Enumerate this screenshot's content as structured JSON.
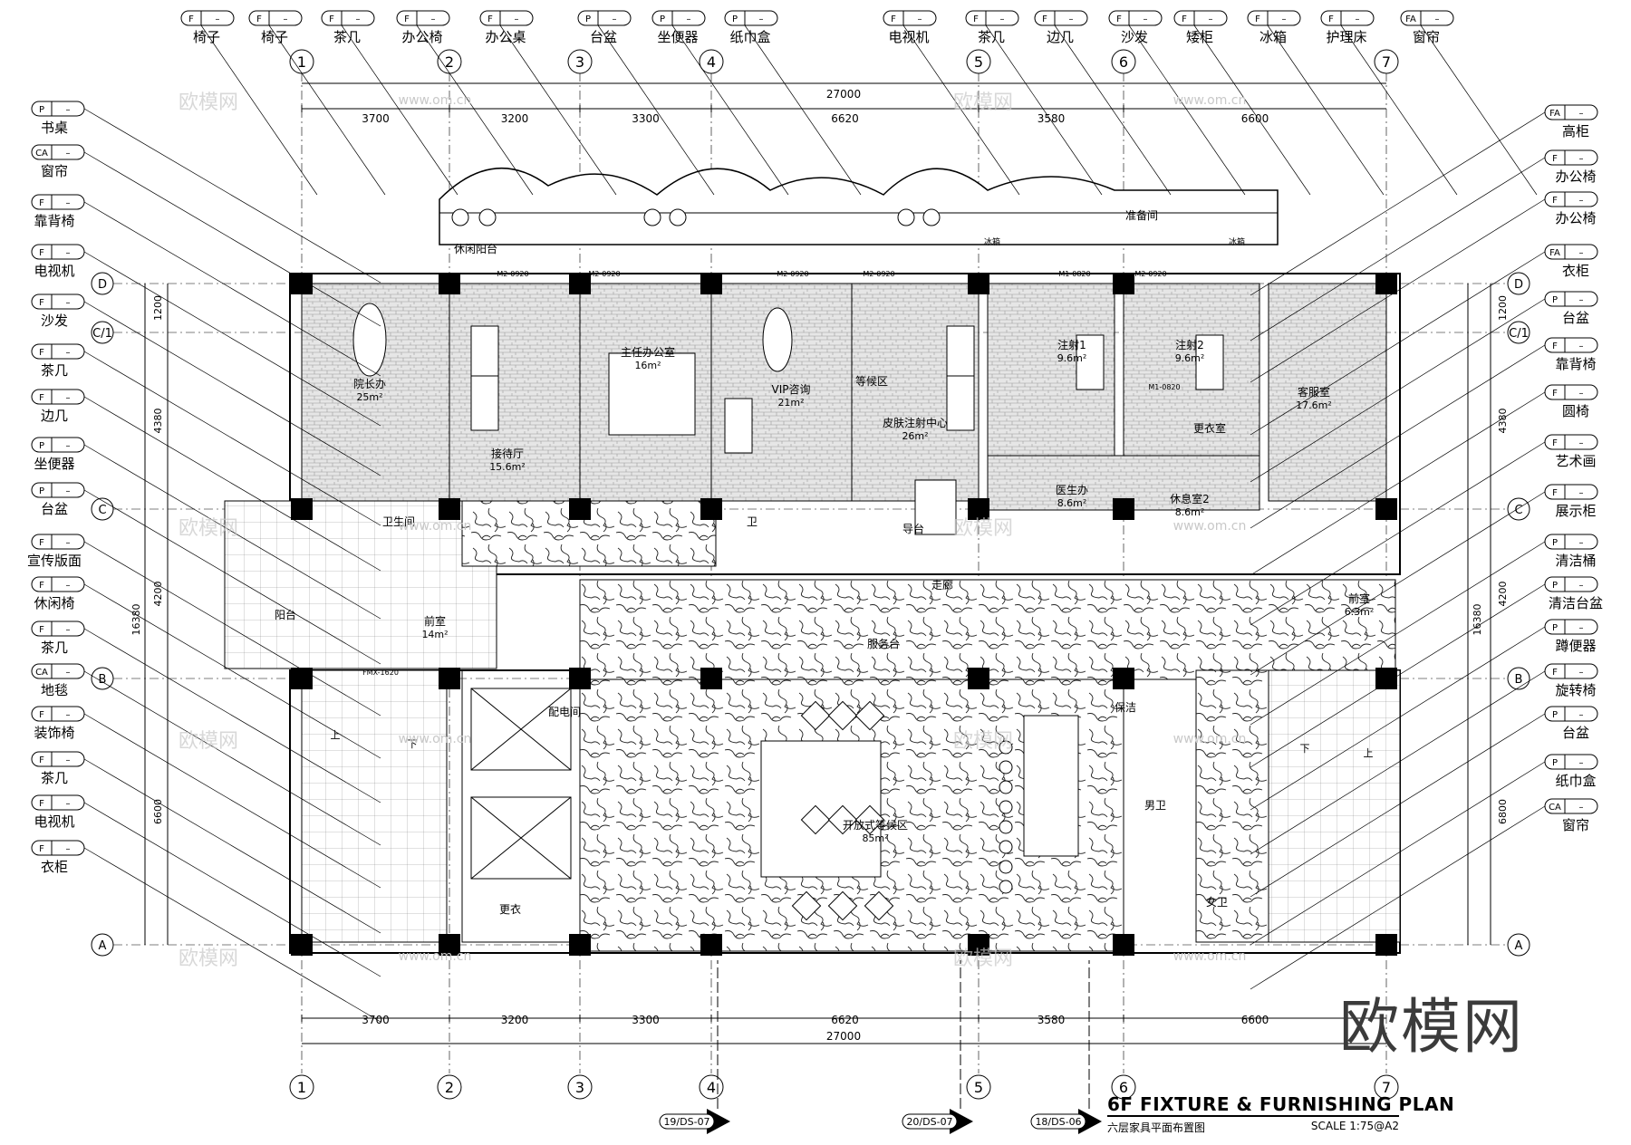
{
  "drawing": {
    "title": "6F FIXTURE & FURNISHING PLAN",
    "subtitle": "六层家具平面布置图",
    "scale": "SCALE  1:75@A2",
    "watermark_logo": "欧模网",
    "watermark_text": "欧模网",
    "watermark_url": "www.om.cn"
  },
  "grid": {
    "columns": [
      "1",
      "2",
      "3",
      "4",
      "5",
      "6",
      "7"
    ],
    "rows": [
      "D",
      "C/1",
      "C",
      "B",
      "A"
    ],
    "top_dims": [
      "3700",
      "3200",
      "3300",
      "6620",
      "3580",
      "6600"
    ],
    "bottom_dims": [
      "3700",
      "3200",
      "3300",
      "6620",
      "3580",
      "6600"
    ],
    "total_width": "27000",
    "left_dims": [
      "1200",
      "4380",
      "4200",
      "6600"
    ],
    "right_dims": [
      "1200",
      "4380",
      "4200",
      "6800"
    ],
    "total_height": "16380"
  },
  "section_marks": [
    "19/DS-07",
    "20/DS-07",
    "18/DS-06"
  ],
  "top_tags": [
    {
      "code": "F",
      "label": "椅子"
    },
    {
      "code": "F",
      "label": "椅子"
    },
    {
      "code": "F",
      "label": "茶几"
    },
    {
      "code": "F",
      "label": "办公椅"
    },
    {
      "code": "F",
      "label": "办公桌"
    },
    {
      "code": "P",
      "label": "台盆"
    },
    {
      "code": "P",
      "label": "坐便器"
    },
    {
      "code": "P",
      "label": "纸巾盒"
    },
    {
      "code": "F",
      "label": "电视机"
    },
    {
      "code": "F",
      "label": "茶几"
    },
    {
      "code": "F",
      "label": "边几"
    },
    {
      "code": "F",
      "label": "沙发"
    },
    {
      "code": "F",
      "label": "矮柜"
    },
    {
      "code": "F",
      "label": "冰箱"
    },
    {
      "code": "F",
      "label": "护理床"
    },
    {
      "code": "FA",
      "label": "窗帘"
    }
  ],
  "left_tags": [
    {
      "code": "P",
      "label": "书桌"
    },
    {
      "code": "CA",
      "label": "窗帘"
    },
    {
      "code": "F",
      "label": "靠背椅"
    },
    {
      "code": "F",
      "label": "电视机"
    },
    {
      "code": "F",
      "label": "沙发"
    },
    {
      "code": "F",
      "label": "茶几"
    },
    {
      "code": "F",
      "label": "边几"
    },
    {
      "code": "P",
      "label": "坐便器"
    },
    {
      "code": "P",
      "label": "台盆"
    },
    {
      "code": "F",
      "label": "宣传版面"
    },
    {
      "code": "F",
      "label": "休闲椅"
    },
    {
      "code": "F",
      "label": "茶几"
    },
    {
      "code": "CA",
      "label": "地毯"
    },
    {
      "code": "F",
      "label": "装饰椅"
    },
    {
      "code": "F",
      "label": "茶几"
    },
    {
      "code": "F",
      "label": "电视机"
    },
    {
      "code": "F",
      "label": "衣柜"
    }
  ],
  "right_tags": [
    {
      "code": "FA",
      "label": "高柜"
    },
    {
      "code": "F",
      "label": "办公椅"
    },
    {
      "code": "F",
      "label": "办公椅"
    },
    {
      "code": "FA",
      "label": "衣柜"
    },
    {
      "code": "P",
      "label": "台盆"
    },
    {
      "code": "F",
      "label": "靠背椅"
    },
    {
      "code": "F",
      "label": "圆椅"
    },
    {
      "code": "F",
      "label": "艺术画"
    },
    {
      "code": "F",
      "label": "展示柜"
    },
    {
      "code": "P",
      "label": "清洁桶"
    },
    {
      "code": "P",
      "label": "清洁台盆"
    },
    {
      "code": "P",
      "label": "蹲便器"
    },
    {
      "code": "F",
      "label": "旋转椅"
    },
    {
      "code": "P",
      "label": "台盆"
    },
    {
      "code": "P",
      "label": "纸巾盒"
    },
    {
      "code": "CA",
      "label": "窗帘"
    }
  ],
  "rooms": [
    {
      "name": "院长办",
      "area": "25m²"
    },
    {
      "name": "接待厅",
      "area": "15.6m²"
    },
    {
      "name": "主任办公室",
      "area": "16m²"
    },
    {
      "name": "VIP咨询",
      "area": "21m²"
    },
    {
      "name": "等候区",
      "area": ""
    },
    {
      "name": "皮肤注射中心",
      "area": "26m²"
    },
    {
      "name": "注射1",
      "area": "9.6m²"
    },
    {
      "name": "注射2",
      "area": "9.6m²"
    },
    {
      "name": "客服室",
      "area": "17.6m²"
    },
    {
      "name": "更衣室",
      "area": ""
    },
    {
      "name": "医生办",
      "area": "8.6m²"
    },
    {
      "name": "休息室2",
      "area": "8.6m²"
    },
    {
      "name": "卫生间",
      "area": ""
    },
    {
      "name": "卫",
      "area": ""
    },
    {
      "name": "前室",
      "area": "14m²"
    },
    {
      "name": "前室",
      "area": "6.3m²"
    },
    {
      "name": "阳台",
      "area": ""
    },
    {
      "name": "配电间",
      "area": ""
    },
    {
      "name": "开放式等候区",
      "area": "85m²"
    },
    {
      "name": "保洁",
      "area": ""
    },
    {
      "name": "男卫",
      "area": ""
    },
    {
      "name": "女卫",
      "area": ""
    },
    {
      "name": "更衣",
      "area": ""
    },
    {
      "name": "准备间",
      "area": ""
    },
    {
      "name": "休闲阳台",
      "area": ""
    },
    {
      "name": "导台",
      "area": ""
    },
    {
      "name": "走廊",
      "area": ""
    },
    {
      "name": "服务台",
      "area": ""
    }
  ],
  "door_tags": [
    "M2-0920",
    "M1-0820",
    "FMX-1620",
    "冰箱"
  ],
  "stairs": {
    "up": "上",
    "down": "下"
  }
}
